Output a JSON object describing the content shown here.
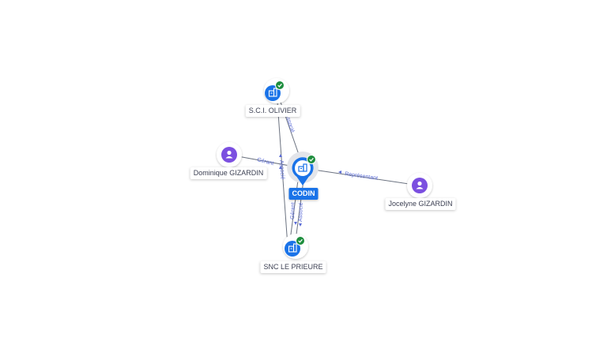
{
  "colors": {
    "company_blue": "#1a73e8",
    "person_purple": "#7b4fe0",
    "check_green": "#1e8e3e",
    "edge_gray": "#6b7280",
    "edge_label": "#5a6bd6"
  },
  "nodes": {
    "codin": {
      "label": "CODIN",
      "kind": "company",
      "icon": "building-icon",
      "verified": true
    },
    "sci_olivier": {
      "label": "S.C.I. OLIVIER",
      "kind": "company",
      "icon": "building-icon",
      "verified": true
    },
    "snc_le_prieure": {
      "label": "SNC LE PRIEURE",
      "kind": "company",
      "icon": "building-icon",
      "verified": true
    },
    "dominique_gizardin": {
      "label": "Dominique GIZARDIN",
      "kind": "person",
      "icon": "person-icon"
    },
    "jocelyne_gizardin": {
      "label": "Jocelyne GIZARDIN",
      "kind": "person",
      "icon": "person-icon"
    }
  },
  "edges": {
    "codin_sci": "Associé",
    "codin_jocelyne": "Représentant",
    "dominique_codin": "Gérant",
    "dominique_snc": "Associé",
    "codin_snc_1": "Gérant",
    "codin_snc_2": "Associé"
  }
}
